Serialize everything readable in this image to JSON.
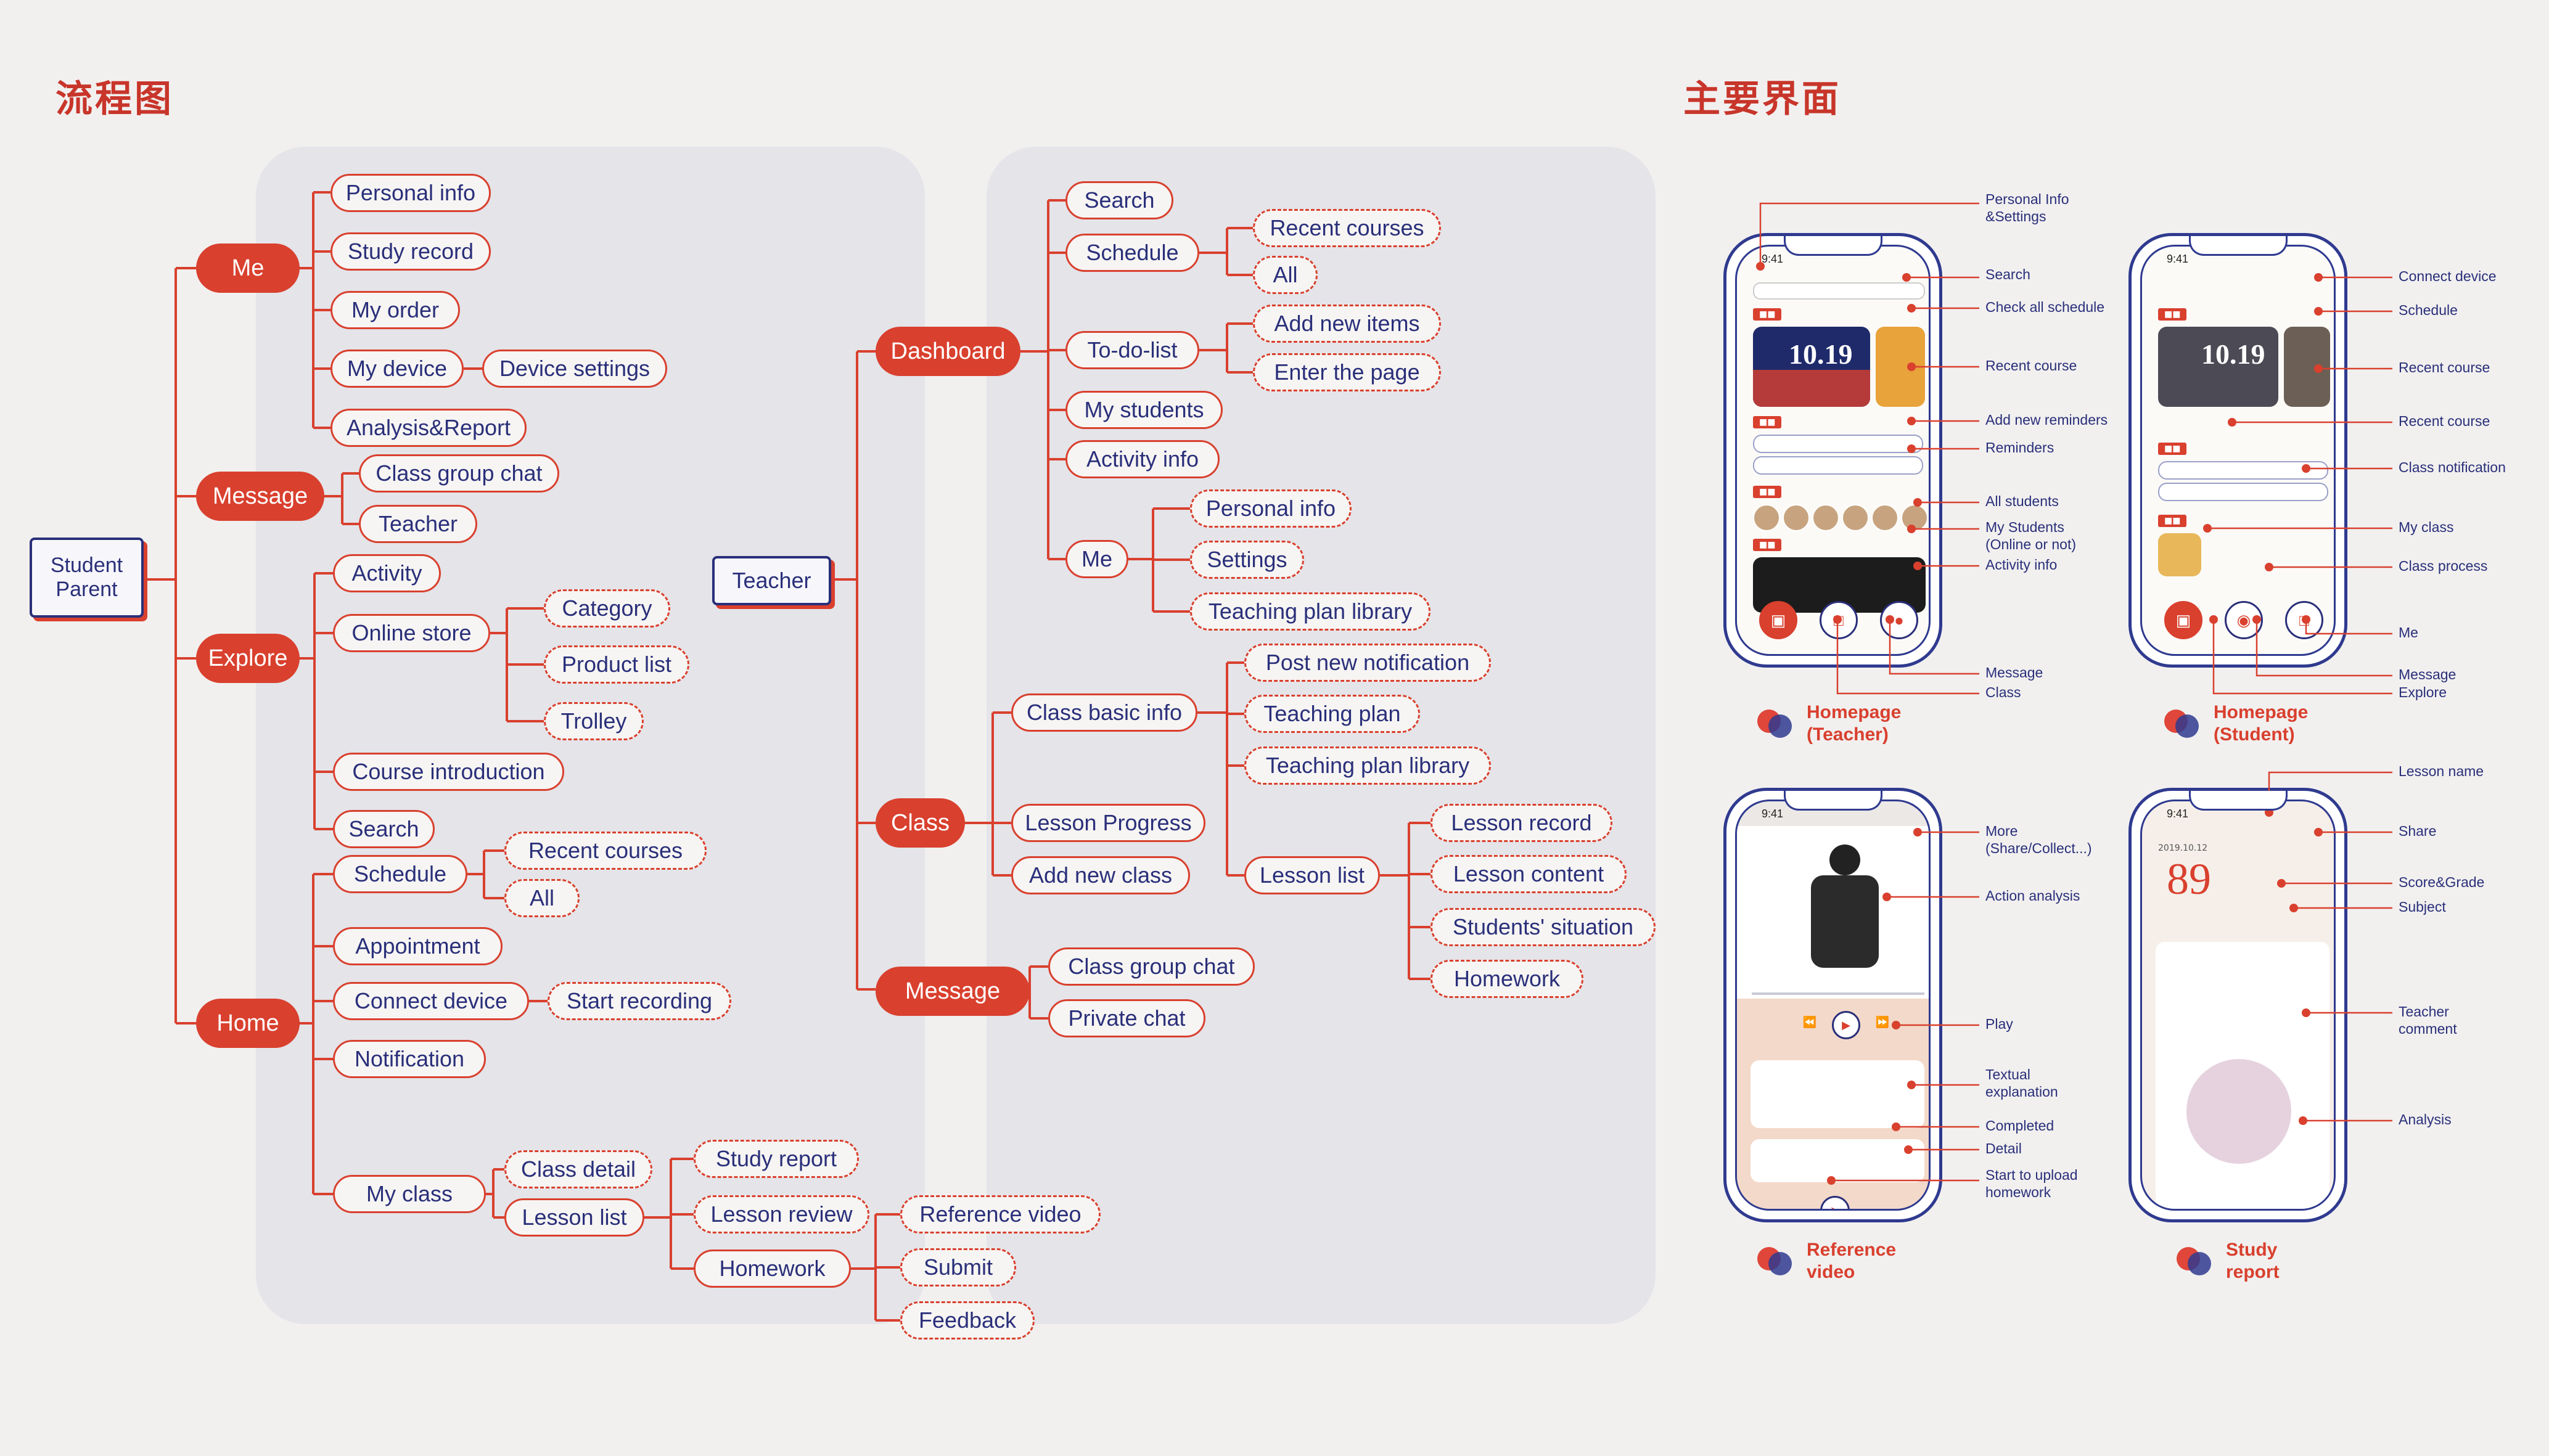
{
  "titles": {
    "flowchart": "流程图",
    "main_ui": "主要界面"
  },
  "student_tree": {
    "root": "Student\nParent",
    "me": {
      "label": "Me",
      "children": [
        "Personal info",
        "Study record",
        "My order",
        "My device",
        "Analysis&Report"
      ],
      "my_device_child": "Device settings"
    },
    "message": {
      "label": "Message",
      "children": [
        "Class group chat",
        "Teacher"
      ]
    },
    "explore": {
      "label": "Explore",
      "activity": "Activity",
      "online_store": "Online store",
      "store_children": [
        "Category",
        "Product list",
        "Trolley"
      ],
      "course_intro": "Course introduction"
    },
    "home": {
      "label": "Home",
      "search": "Search",
      "schedule": "Schedule",
      "schedule_children": [
        "Recent courses",
        "All"
      ],
      "appointment": "Appointment",
      "connect_device": "Connect device",
      "start_recording": "Start recording",
      "notification": "Notification",
      "my_class": "My class",
      "class_detail": "Class detail",
      "lesson_list": "Lesson list",
      "lesson_children": [
        "Study report",
        "Lesson review",
        "Homework"
      ],
      "homework_children": [
        "Reference video",
        "Submit",
        "Feedback"
      ]
    }
  },
  "teacher_tree": {
    "root": "Teacher",
    "dashboard": {
      "label": "Dashboard",
      "search": "Search",
      "schedule": "Schedule",
      "schedule_children": [
        "Recent courses",
        "All"
      ],
      "todo": "To-do-list",
      "todo_children": [
        "Add new items",
        "Enter the page"
      ],
      "my_students": "My students",
      "activity_info": "Activity info",
      "me": "Me",
      "me_children": [
        "Personal info",
        "Settings",
        "Teaching plan library"
      ]
    },
    "class": {
      "label": "Class",
      "basic_info": "Class basic info",
      "basic_children": [
        "Post new notification",
        "Teaching plan",
        "Teaching plan library"
      ],
      "lesson_progress": "Lesson Progress",
      "add_new_class": "Add new class",
      "lesson_list": "Lesson list",
      "lesson_children": [
        "Lesson record",
        "Lesson content",
        "Students' situation",
        "Homework"
      ]
    },
    "message": {
      "label": "Message",
      "children": [
        "Class group chat",
        "Private chat"
      ]
    }
  },
  "screens": {
    "teacher_home": {
      "caption": "Homepage\n(Teacher)",
      "date": "10.19",
      "time": "9:41",
      "annotations": [
        "Personal Info\n&Settings",
        "Search",
        "Check all schedule",
        "Recent course",
        "Add new reminders",
        "Reminders",
        "All students",
        "My Students\n(Online or not)",
        "Activity info",
        "Message",
        "Class"
      ]
    },
    "student_home": {
      "caption": "Homepage\n(Student)",
      "date": "10.19",
      "time": "9:41",
      "annotations": [
        "Connect device",
        "Schedule",
        "Recent course",
        "Recent course",
        "Class notification",
        "My class",
        "Class process",
        "Me",
        "Message",
        "Explore"
      ]
    },
    "reference_video": {
      "caption": "Reference\nvideo",
      "time": "9:41",
      "annotations": [
        "More\n(Share/Collect...)",
        "Action analysis",
        "Play",
        "Textual\nexplanation",
        "Completed",
        "Detail",
        "Start to upload\nhomework"
      ]
    },
    "study_report": {
      "caption": "Study\nreport",
      "time": "9:41",
      "score": "89",
      "date": "2019.10.12",
      "annotations": [
        "Lesson name",
        "Share",
        "Score&Grade",
        "Subject",
        "Teacher\ncomment",
        "Analysis"
      ]
    }
  },
  "colors": {
    "accent": "#d9402e",
    "navy": "#2a2f7a",
    "panel": "#e4e4e9",
    "bg": "#f1f0ef"
  }
}
